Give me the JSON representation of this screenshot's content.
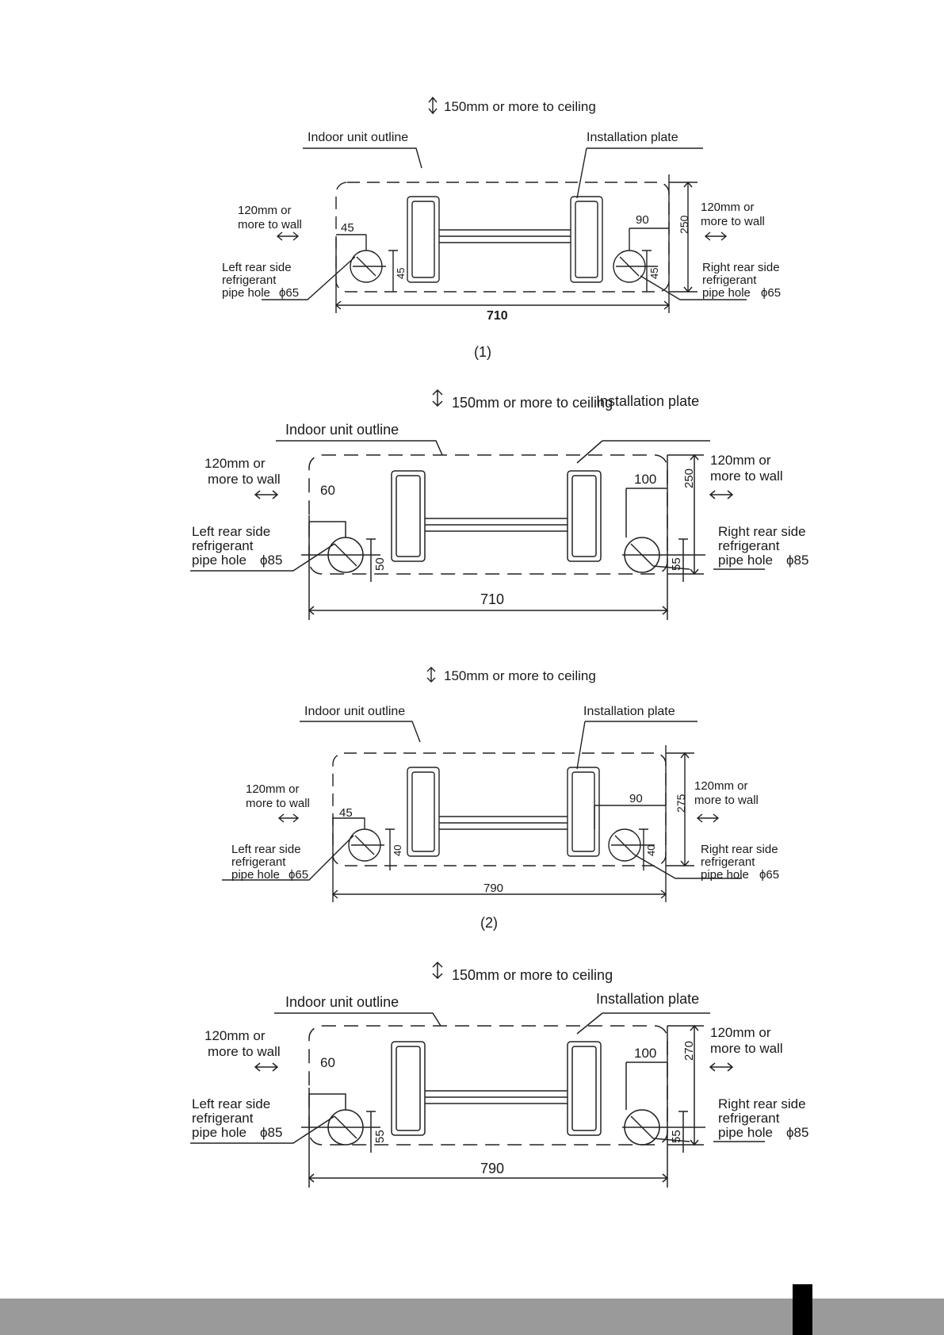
{
  "common": {
    "ceiling": "150mm or more to ceiling",
    "outline": "Indoor unit outline",
    "plate": "Installation plate",
    "wall_left_1": "120mm or",
    "wall_left_2": "more to wall",
    "wall_right_1": "120mm or",
    "wall_right_2": "more to wall",
    "left_1": "Left rear side",
    "left_2": "refrigerant",
    "left_3_prefix": "pipe hole",
    "right_1": "Right rear side",
    "right_2": "refrigerant",
    "right_3_prefix": "pipe hole"
  },
  "diagrams": [
    {
      "width": "710",
      "height": "250",
      "left_offset": "45",
      "right_offset": "90",
      "left_v": "45",
      "right_v": "45",
      "left_hole": "ϕ65",
      "right_hole": "ϕ65",
      "caption": "(1)"
    },
    {
      "width": "710",
      "height": "250",
      "left_offset": "60",
      "right_offset": "100",
      "left_v": "50",
      "right_v": "55",
      "left_hole": "ϕ85",
      "right_hole": "ϕ85",
      "caption": ""
    },
    {
      "width": "790",
      "height": "275",
      "left_offset": "45",
      "right_offset": "90",
      "left_v": "40",
      "right_v": "40",
      "left_hole": "ϕ65",
      "right_hole": "ϕ65",
      "caption": "(2)"
    },
    {
      "width": "790",
      "height": "270",
      "left_offset": "60",
      "right_offset": "100",
      "left_v": "55",
      "right_v": "55",
      "left_hole": "ϕ85",
      "right_hole": "ϕ85",
      "caption": ""
    }
  ]
}
